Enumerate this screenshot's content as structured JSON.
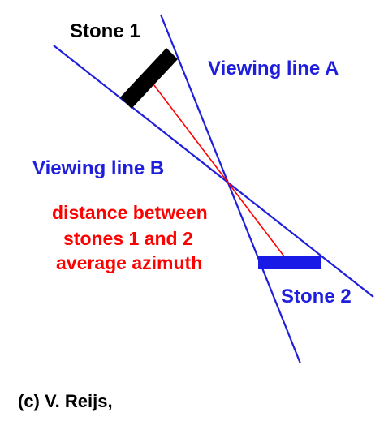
{
  "colors": {
    "line_blue": "#1e1edc",
    "stone1_fill": "#000000",
    "stone2_fill": "#1a1ae6",
    "red": "#ff0000",
    "text_black": "#000000"
  },
  "labels": {
    "stone1": "Stone 1",
    "stone2": "Stone 2",
    "viewing_line_a": "Viewing line A",
    "viewing_line_b": "Viewing line B",
    "red_line1": "distance between",
    "red_line2": "stones 1 and 2",
    "red_line3": "average azimuth",
    "copyright": "(c) V. Reijs,"
  }
}
